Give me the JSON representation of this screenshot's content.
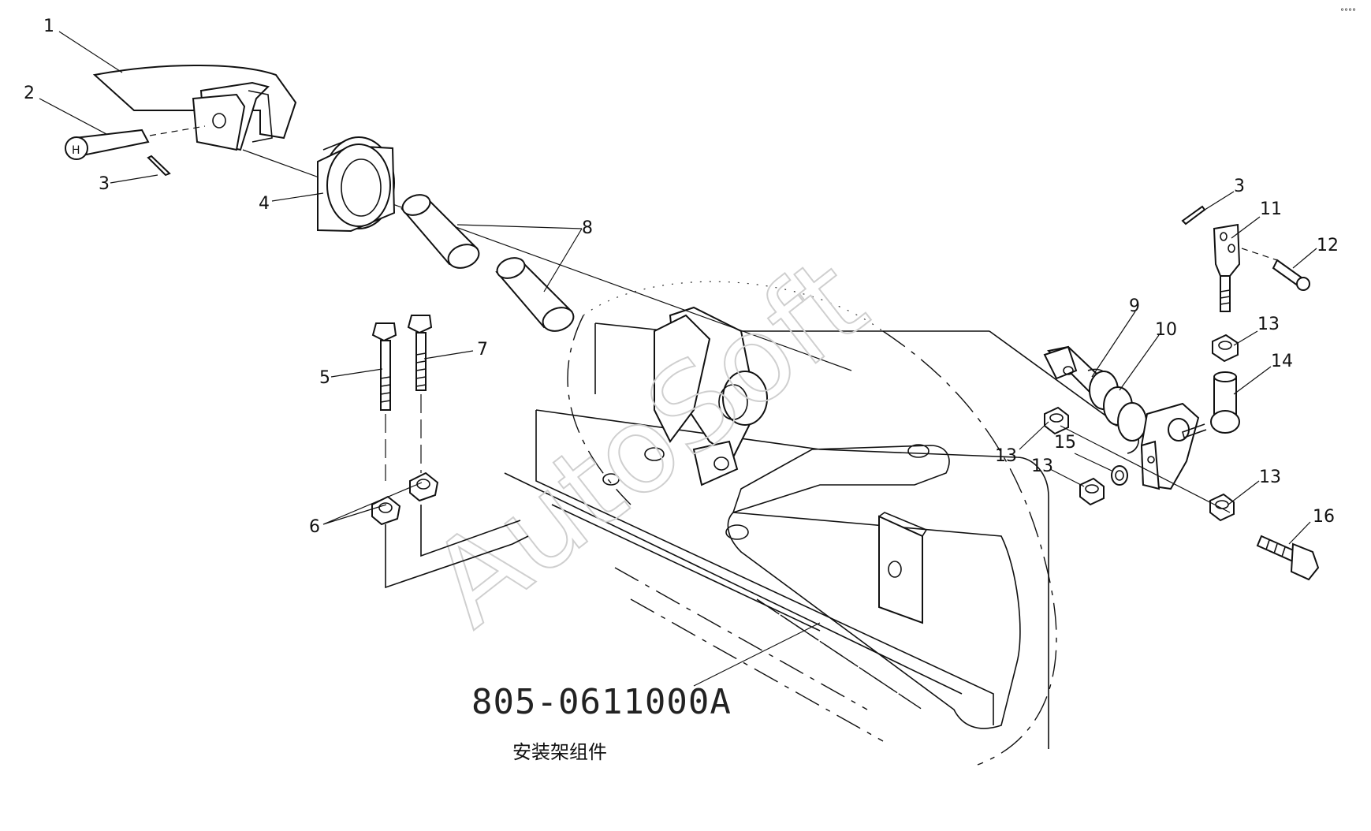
{
  "drawing": {
    "part_number": "805-0611000A",
    "assembly_name": "安装架组件",
    "watermark": "AutoSoft",
    "corner_mark": "°°°°"
  },
  "callouts": [
    {
      "id": "c1",
      "label": "1"
    },
    {
      "id": "c2",
      "label": "2"
    },
    {
      "id": "c3a",
      "label": "3"
    },
    {
      "id": "c4",
      "label": "4"
    },
    {
      "id": "c5",
      "label": "5"
    },
    {
      "id": "c6",
      "label": "6"
    },
    {
      "id": "c7",
      "label": "7"
    },
    {
      "id": "c8",
      "label": "8"
    },
    {
      "id": "c9",
      "label": "9"
    },
    {
      "id": "c10",
      "label": "10"
    },
    {
      "id": "c3b",
      "label": "3"
    },
    {
      "id": "c11",
      "label": "11"
    },
    {
      "id": "c12",
      "label": "12"
    },
    {
      "id": "c13a",
      "label": "13"
    },
    {
      "id": "c14",
      "label": "14"
    },
    {
      "id": "c13b",
      "label": "13"
    },
    {
      "id": "c15",
      "label": "15"
    },
    {
      "id": "c13c",
      "label": "13"
    },
    {
      "id": "c13d",
      "label": "13"
    },
    {
      "id": "c16",
      "label": "16"
    }
  ]
}
